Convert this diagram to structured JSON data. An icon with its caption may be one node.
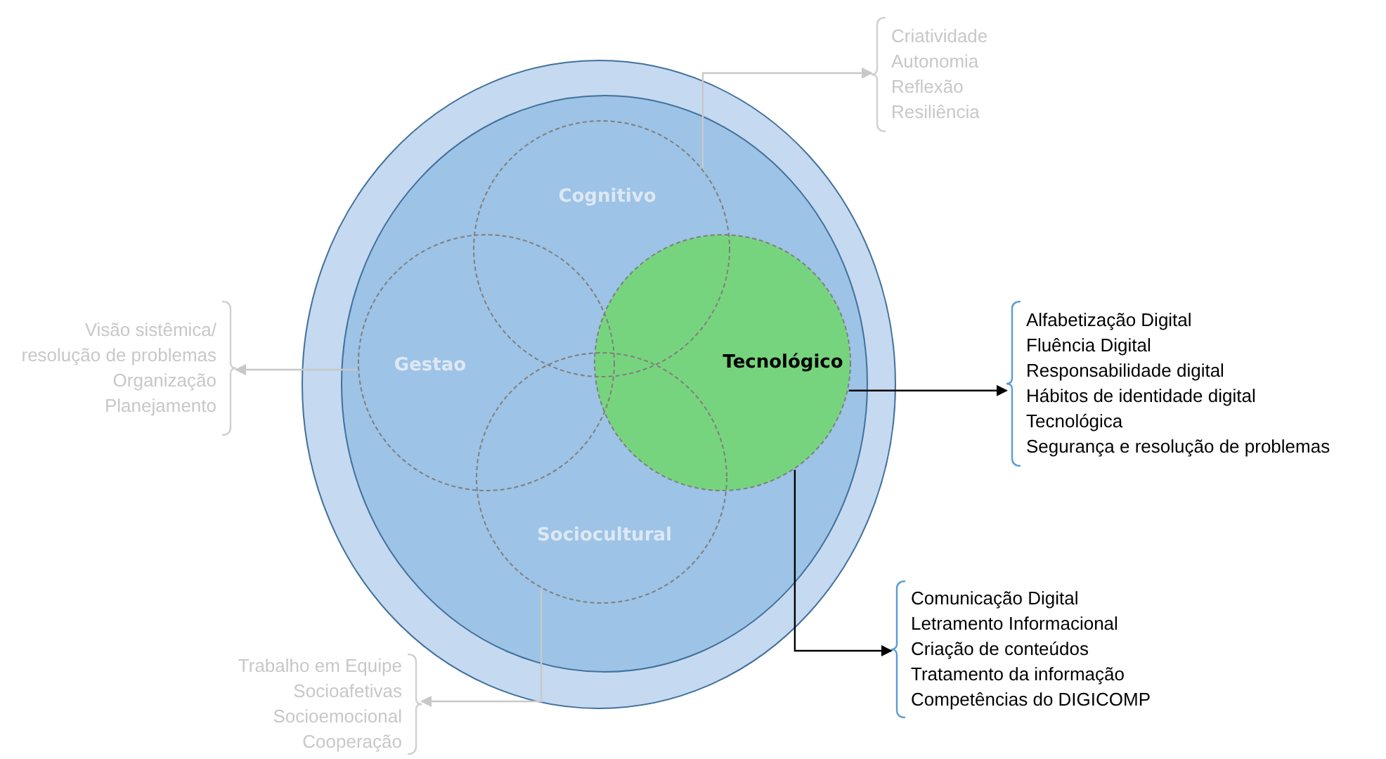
{
  "diagram": {
    "nodes": [
      {
        "text": [],
        "shape": "circle"
      },
      {
        "text": [],
        "shape": "circle",
        "in": 0
      },
      {
        "text": [
          "Cognitivo"
        ],
        "in": 1
      },
      {
        "text": [
          "Gestao"
        ],
        "in": 1
      },
      {
        "text": [
          "Tecnológico"
        ],
        "in": 1
      },
      {
        "text": [
          "Sociocultural"
        ],
        "in": 1
      },
      {
        "text": [
          "Criatividade",
          "Autonomia",
          "Reflexão",
          "Resiliência"
        ]
      },
      {
        "text": [
          "Visão sistêmica/ resolução de problemas",
          "Organização",
          "Planejamento"
        ]
      },
      {
        "text": [
          "Alfabetização Digital",
          "Fluência Digital",
          "Responsabilidade digital",
          "Hábitos de identidade digital",
          "Tecnológica",
          "Segurança e resolução de problemas"
        ]
      },
      {
        "text": [
          "Comunicação Digital",
          "Letramento Informacional",
          "Criação de conteúdos",
          "Tratamento da informação",
          "Competências do DIGICOMP"
        ]
      },
      {
        "text": [
          "Trabalho em Equipe",
          "Socioafetivas",
          "Socioemocional",
          "Cooperação"
        ]
      }
    ],
    "edges": [
      {
        "from": 2,
        "to": 6,
        "arrow": "to"
      },
      {
        "from": 3,
        "to": 7,
        "arrow": "to"
      },
      {
        "from": 4,
        "to": 8,
        "arrow": "to",
        "color": "#000000"
      },
      {
        "from": 4,
        "to": 9,
        "arrow": "to",
        "color": "#000000"
      },
      {
        "from": 5,
        "to": 10,
        "arrow": "to"
      }
    ]
  }
}
